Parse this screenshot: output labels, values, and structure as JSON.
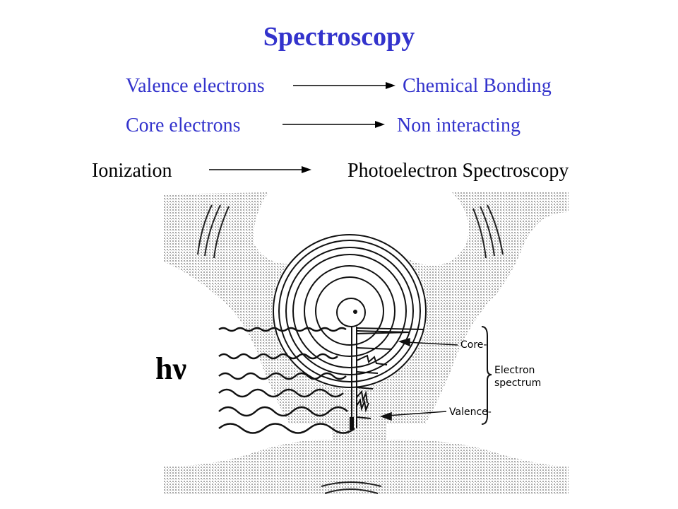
{
  "title": "Spectroscopy",
  "rows": [
    {
      "left": "Valence electrons",
      "right": "Chemical Bonding"
    },
    {
      "left": "Core electrons",
      "right": "Non interacting"
    },
    {
      "left": "Ionization",
      "right": "Photoelectron Spectroscopy"
    }
  ],
  "diagram": {
    "photon_label": "hν",
    "core_label": "Core-",
    "electron_label_line1": "Electron",
    "electron_label_line2": "spectrum",
    "valence_label": "Valence-"
  },
  "colors": {
    "accent": "#3333cc",
    "text": "#000000",
    "stipple": "#bdbdbd"
  }
}
